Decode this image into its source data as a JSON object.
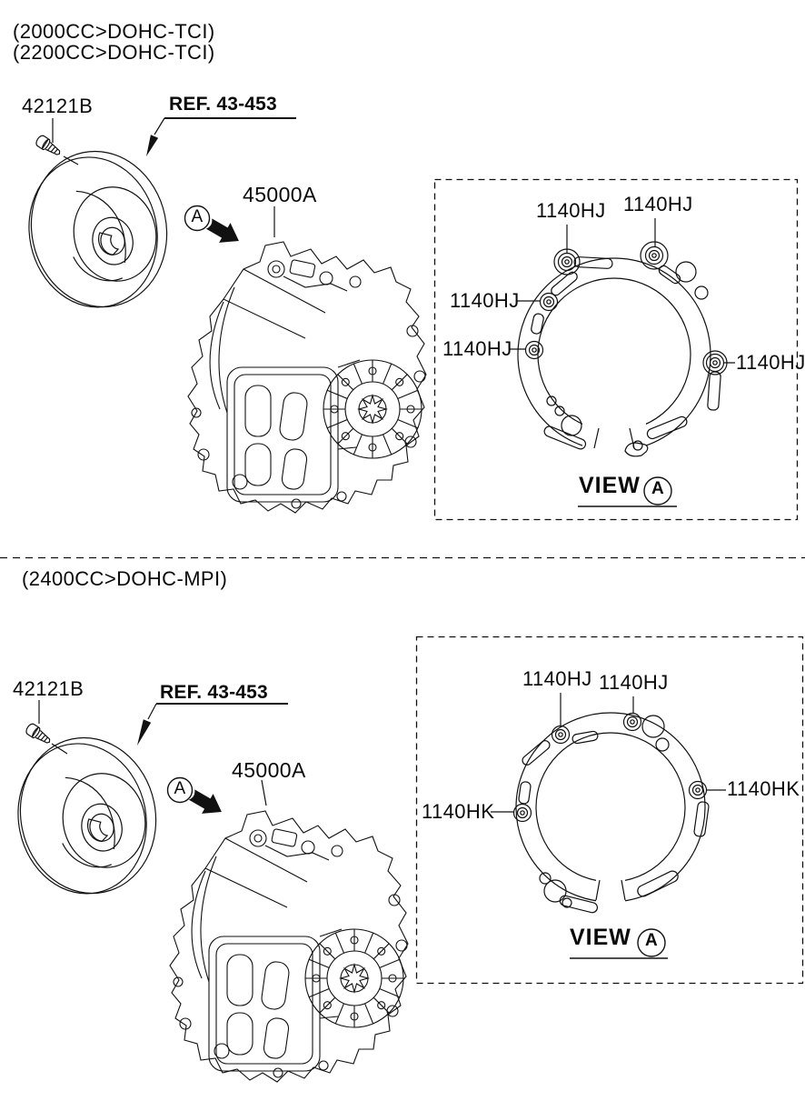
{
  "diagram": {
    "title": "Transaxle assy - auto parts diagram",
    "colors": {
      "ink": "#111111",
      "background": "#ffffff"
    },
    "sections": [
      {
        "engine_variants": [
          "(2000CC>DOHC-TCI)",
          "(2200CC>DOHC-TCI)"
        ],
        "labels": {
          "bolt": "42121B",
          "ref": "REF. 43-453",
          "assembly": "45000A"
        },
        "marker_letter": "A",
        "view": {
          "caption": "VIEW",
          "letter": "A"
        },
        "gasket_bolt_labels": [
          "1140HJ",
          "1140HJ",
          "1140HJ",
          "1140HJ",
          "1140HJ"
        ]
      },
      {
        "engine_variants": [
          "(2400CC>DOHC-MPI)"
        ],
        "labels": {
          "bolt": "42121B",
          "ref": "REF. 43-453",
          "assembly": "45000A"
        },
        "marker_letter": "A",
        "view": {
          "caption": "VIEW",
          "letter": "A"
        },
        "gasket_bolt_labels": [
          "1140HJ",
          "1140HJ",
          "1140HK",
          "1140HK"
        ]
      }
    ]
  }
}
